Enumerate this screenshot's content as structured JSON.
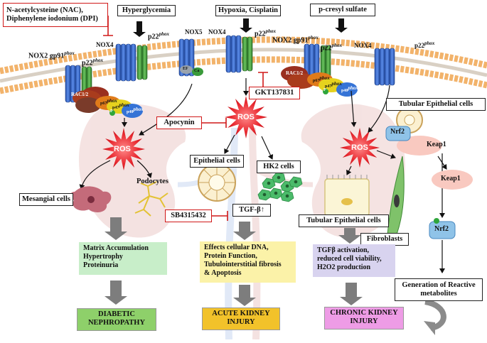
{
  "inhibitors": {
    "nac_dpi": "N-acetylcysteine (NAC), Diphenylene iodonium (DPI)",
    "apocynin": "Apocynin",
    "gkt": "GKT137831",
    "sb": "SB4315432"
  },
  "stimuli": {
    "hyperglycemia": "Hyperglycemia",
    "hypoxia": "Hypoxia, Cisplatin",
    "pcresyl": "p-cresyl sulfate"
  },
  "membrane_labels": {
    "nox4_a": "NOX4",
    "nox2_left": "NOX2",
    "gp91_left": "gp91",
    "p22_left": "p22",
    "p22_a": "p22",
    "nox5": "NOX5",
    "nox4_b": "NOX4",
    "p22_b": "p22",
    "nox2_right": "NOX2",
    "gp91_right": "gp91",
    "p22_right": "p22",
    "nox4_c": "NOX4",
    "p22_c": "p22",
    "phox": "phox"
  },
  "cytosolic": {
    "rac_left": "RAC1/2",
    "rac_right": "RAC1/2",
    "p67": "p67",
    "p47": "p47",
    "p40": "p40",
    "phox": "phox",
    "p_phos": "P",
    "ef": "EF",
    "ca": "Ca"
  },
  "ros": {
    "left": "ROS",
    "center": "ROS",
    "right": "ROS"
  },
  "cells": {
    "mesangial": "Mesangial cells",
    "podocytes": "Podocytes",
    "epithelial": "Epithelial cells",
    "hk2": "HK2 cells",
    "tgfb": "TGF-β",
    "tubular_bottom": "Tubular Epithelial cells",
    "fibroblasts": "Fibroblasts",
    "tubular_top": "Tubular Epithelial cells",
    "nrf2_top": "Nrf2",
    "keap1_top": "Keap1",
    "keap1_free": "Keap1",
    "nrf2_free": "Nrf2"
  },
  "effects": {
    "left": [
      "Matrix Accumulation",
      "Hypertrophy",
      "Proteinuria"
    ],
    "center": [
      "Effects cellular DNA,",
      "Protein Function,",
      "Tubulointerstitial fibrosis",
      "& Apoptosis"
    ],
    "right": [
      "TGFβ activation,",
      "reduced cell viability,",
      "H2O2 production"
    ],
    "reactive": [
      "Generation of Reactive",
      "metabolites"
    ]
  },
  "outcomes": {
    "left": [
      "DIABETIC",
      "NEPHROPATHY"
    ],
    "center": [
      "ACUTE KIDNEY",
      "INJURY"
    ],
    "right": [
      "CHRONIC KIDNEY",
      "INJURY"
    ]
  },
  "colors": {
    "membrane_head": "#f2b36b",
    "nox_blue": "#3d6fd0",
    "p22_green": "#3f9b3a",
    "ros_red": "#e8282f",
    "inhibitor_red": "#d01818",
    "effect_left": "#c8eec9",
    "effect_center": "#fbf2a8",
    "effect_right": "#d8d3ef",
    "outcome_left": "#8ed06a",
    "outcome_center": "#f2c22a",
    "outcome_right": "#ee9ce6"
  }
}
